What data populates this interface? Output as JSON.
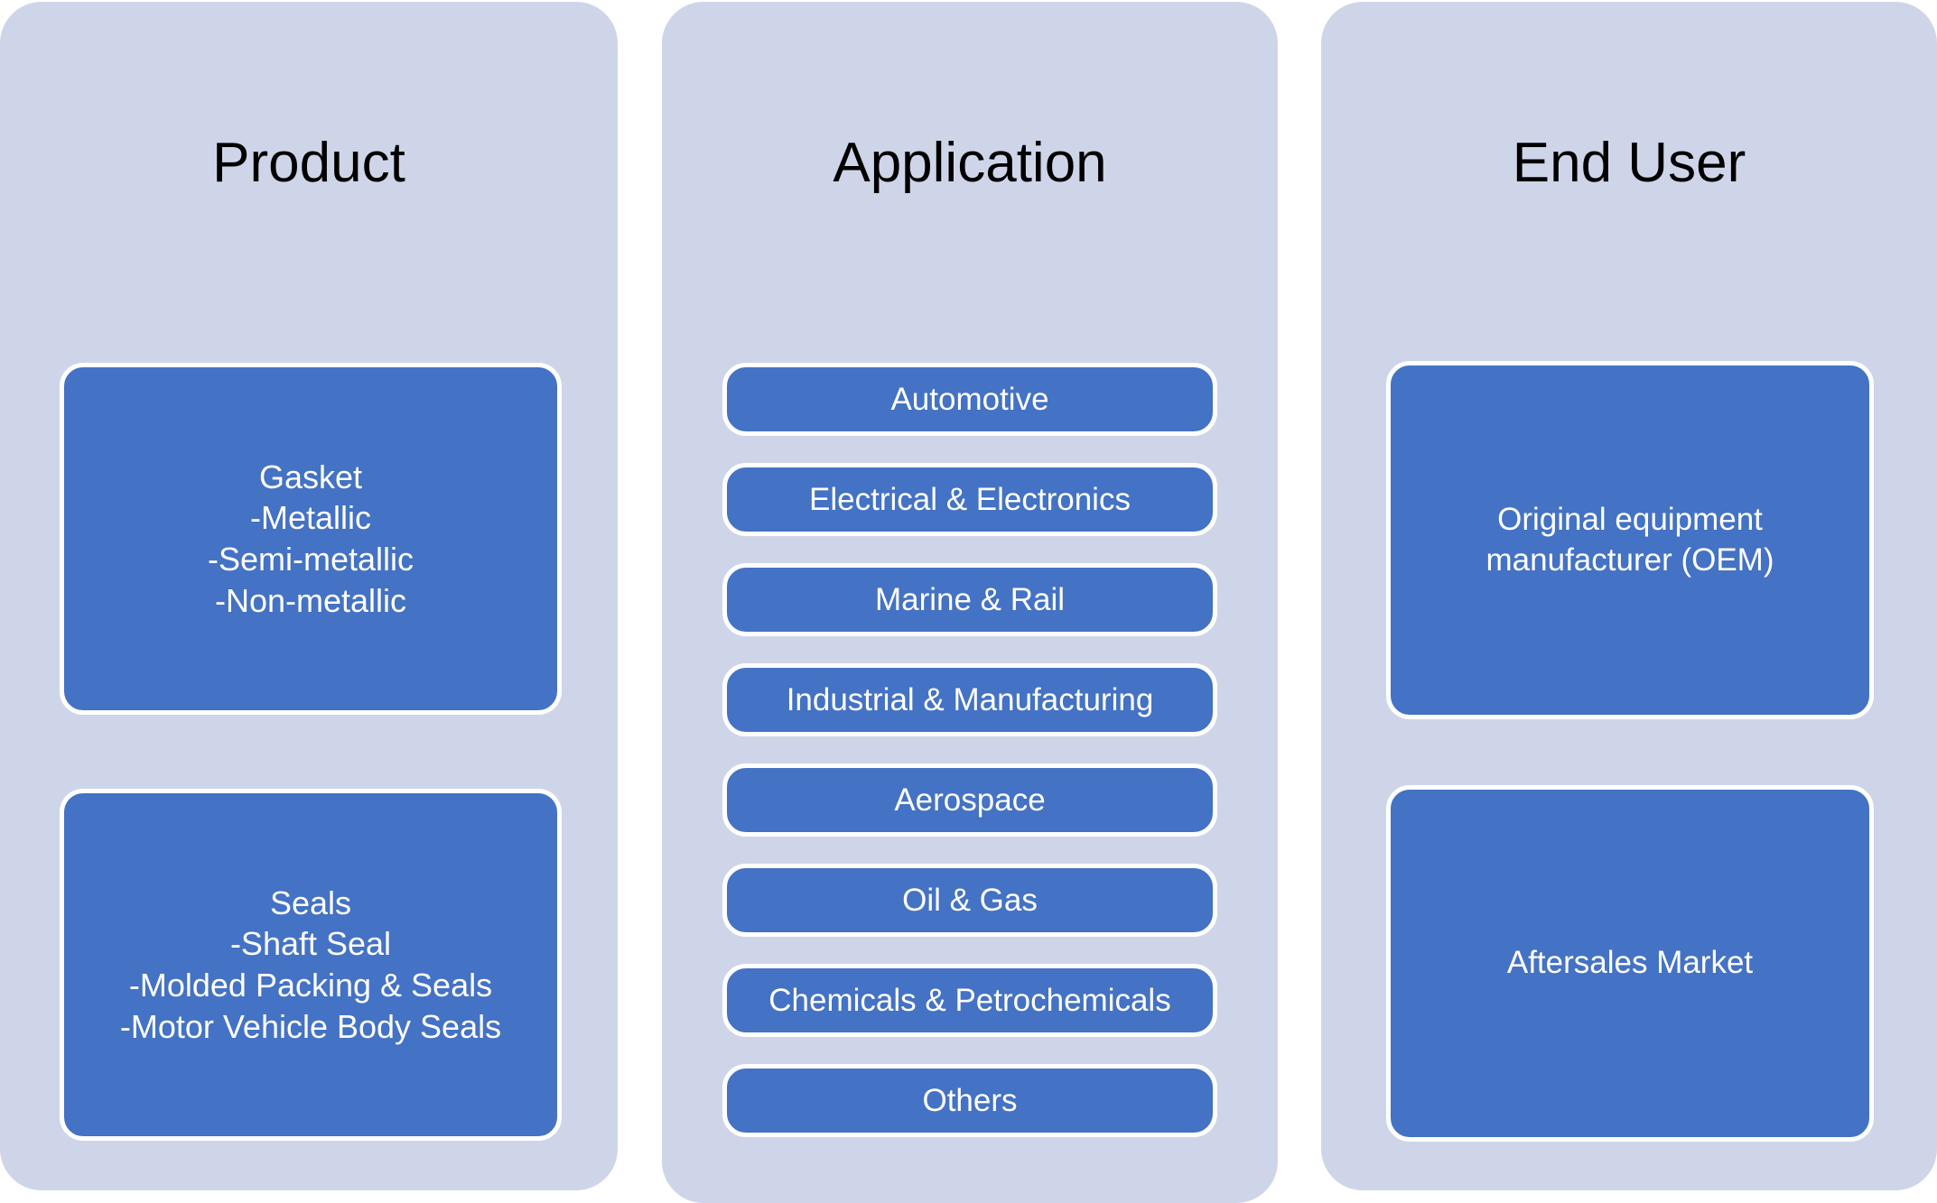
{
  "diagram": {
    "title_visible": false,
    "colors": {
      "panel_background": "#CFD5E9",
      "box_fill": "#4472C4",
      "box_border": "#FFFFFF",
      "box_text": "#FFFFFF",
      "heading_text": "#000000",
      "page_background": "#FFFFFF"
    },
    "columns": [
      {
        "id": "product",
        "heading": "Product",
        "boxes": [
          {
            "id": "gasket",
            "lines": [
              "Gasket",
              "-Metallic",
              "-Semi-metallic",
              "-Non-metallic"
            ]
          },
          {
            "id": "seals",
            "lines": [
              "Seals",
              "-Shaft Seal",
              "-Molded Packing & Seals",
              "-Motor Vehicle Body Seals"
            ]
          }
        ]
      },
      {
        "id": "application",
        "heading": "Application",
        "boxes": [
          {
            "id": "automotive",
            "label": "Automotive"
          },
          {
            "id": "electrical-electronics",
            "label": "Electrical & Electronics"
          },
          {
            "id": "marine-rail",
            "label": "Marine & Rail"
          },
          {
            "id": "industrial-manufacturing",
            "label": "Industrial & Manufacturing"
          },
          {
            "id": "aerospace",
            "label": "Aerospace"
          },
          {
            "id": "oil-gas",
            "label": "Oil & Gas"
          },
          {
            "id": "chemicals-petrochemicals",
            "label": "Chemicals & Petrochemicals"
          },
          {
            "id": "others",
            "label": "Others"
          }
        ]
      },
      {
        "id": "enduser",
        "heading": "End User",
        "boxes": [
          {
            "id": "oem",
            "lines": [
              "Original equipment",
              "manufacturer (OEM)"
            ]
          },
          {
            "id": "aftersales",
            "lines": [
              "Aftersales Market"
            ]
          }
        ]
      }
    ]
  }
}
